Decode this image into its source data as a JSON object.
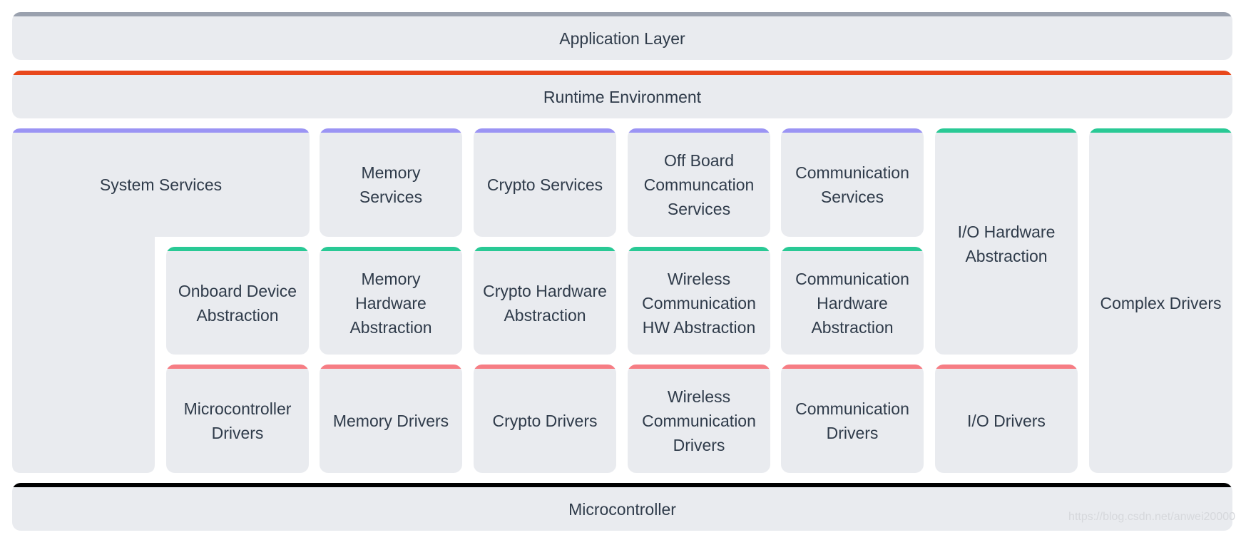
{
  "layers": {
    "application": "Application Layer",
    "runtime": "Runtime Environment",
    "microcontroller": "Microcontroller"
  },
  "services": {
    "system": "System Services",
    "memory": "Memory Services",
    "crypto": "Crypto Services",
    "offboard": "Off Board Communcation Services",
    "communication": "Communication Services"
  },
  "abstraction": {
    "onboard": "Onboard Device Abstraction",
    "memory": "Memory Hardware Abstraction",
    "crypto": "Crypto Hardware Abstraction",
    "wireless": "Wireless Communication HW Abstraction",
    "communication": "Communication Hardware Abstraction",
    "io": "I/O Hardware Abstraction"
  },
  "drivers": {
    "microcontroller": "Microcontroller Drivers",
    "memory": "Memory Drivers",
    "crypto": "Crypto Drivers",
    "wireless": "Wireless Communication Drivers",
    "communication": "Communication Drivers",
    "io": "I/O Drivers",
    "complex": "Complex Drivers"
  },
  "colors": {
    "application": "#9aa1ae",
    "runtime": "#e8481c",
    "services": "#9b94f4",
    "abstraction": "#29c995",
    "drivers": "#f67d84",
    "microcontroller": "#000000",
    "box": "#e9ebef"
  },
  "watermark": "https://blog.csdn.net/anwei20000"
}
